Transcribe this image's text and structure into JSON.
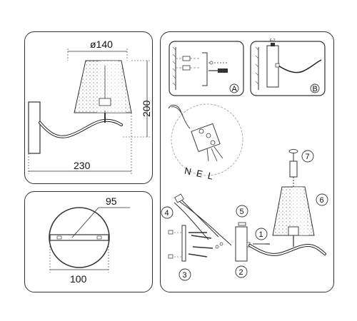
{
  "dimensions": {
    "shade_diameter": "ø140",
    "height": "200",
    "width": "230",
    "base_diameter": "95",
    "base_depth": "100"
  },
  "details": {
    "detail_a": "A",
    "detail_b": "B",
    "cross_callout": "F-2"
  },
  "wiring": {
    "nel_text": "N E L"
  },
  "callouts": [
    "1",
    "2",
    "3",
    "4",
    "5",
    "6",
    "7"
  ]
}
